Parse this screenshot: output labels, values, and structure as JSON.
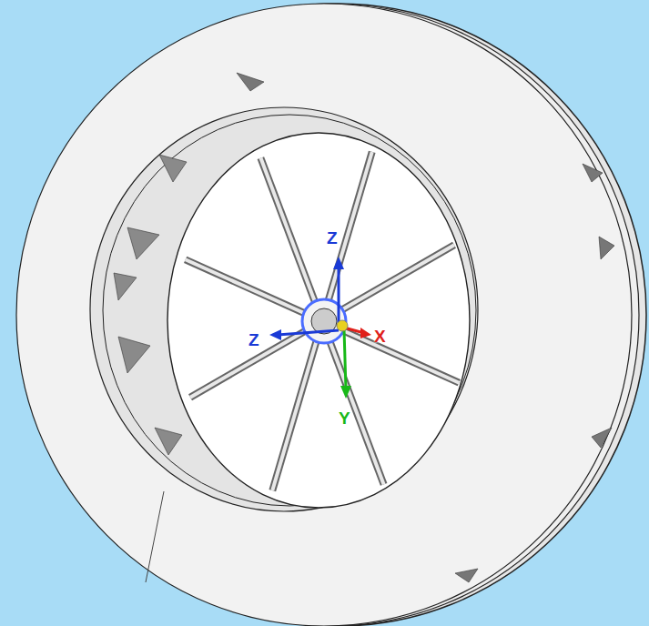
{
  "diagram": {
    "labels": [
      "Z",
      "Z",
      "X",
      "Y"
    ]
  }
}
